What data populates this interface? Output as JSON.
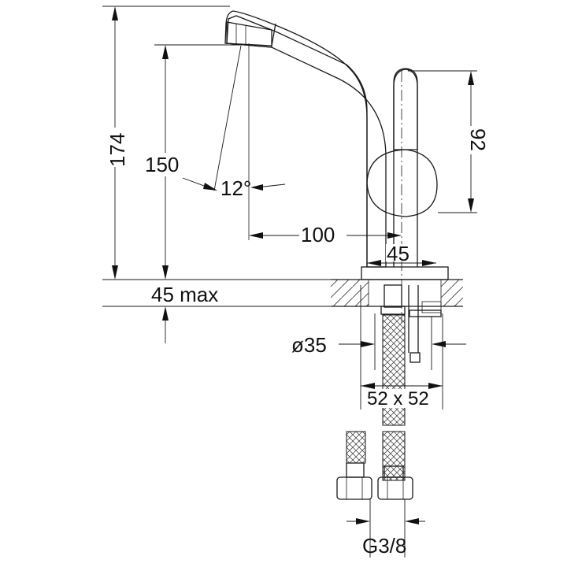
{
  "labels": {
    "height_total": "174",
    "height_spout": "150",
    "angle": "12°",
    "reach": "100",
    "handle_height": "92",
    "base_width": "45",
    "max_thickness": "45 max",
    "hole_diameter": "ø35",
    "plate_size": "52 x 52",
    "thread": "G3/8"
  }
}
